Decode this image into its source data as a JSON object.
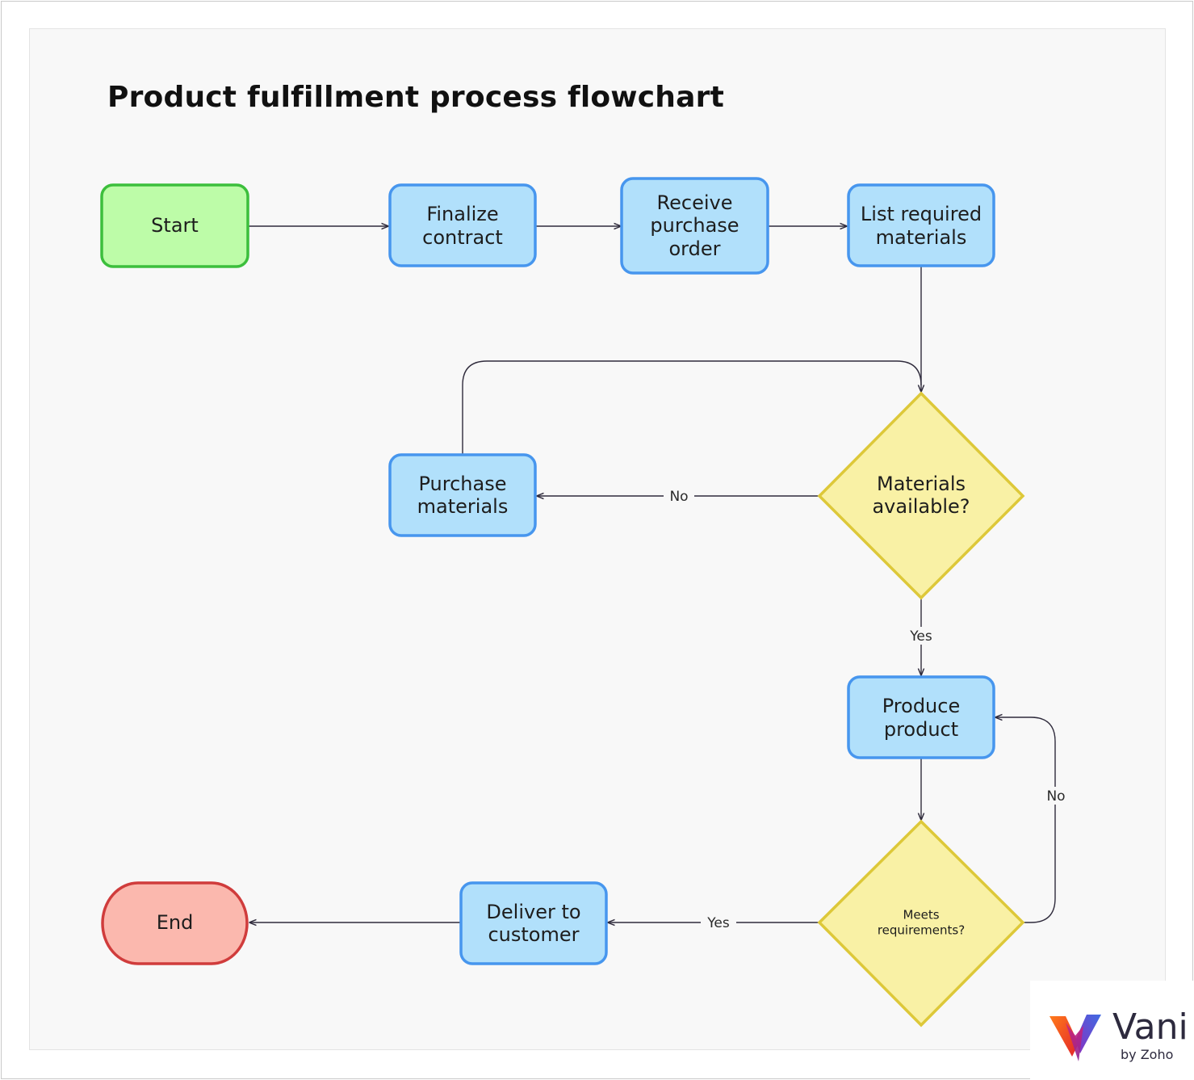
{
  "title": "Product fulfillment process flowchart",
  "nodes": {
    "start": "Start",
    "finalize": [
      "Finalize",
      "contract"
    ],
    "receive": [
      "Receive",
      "purchase",
      "order"
    ],
    "list": [
      "List required",
      "materials"
    ],
    "purchase": [
      "Purchase",
      "materials"
    ],
    "available": [
      "Materials",
      "available?"
    ],
    "produce": [
      "Produce",
      "product"
    ],
    "meets": [
      "Meets",
      "requirements?"
    ],
    "deliver": [
      "Deliver to",
      "customer"
    ],
    "end": "End"
  },
  "edges": {
    "available_no": "No",
    "available_yes": "Yes",
    "meets_no": "No",
    "meets_yes": "Yes"
  },
  "logo": {
    "word": "Vani",
    "sub": "by Zoho"
  },
  "colors": {
    "start_fill": "#bdfca8",
    "start_stroke": "#3cbf3c",
    "process_fill": "#b1e0fb",
    "process_stroke": "#4796ee",
    "decision_fill": "#f9f1a5",
    "decision_stroke": "#ddc839",
    "end_fill": "#fbb8ae",
    "end_stroke": "#d03c3c",
    "edge": "#2f2b3c"
  }
}
